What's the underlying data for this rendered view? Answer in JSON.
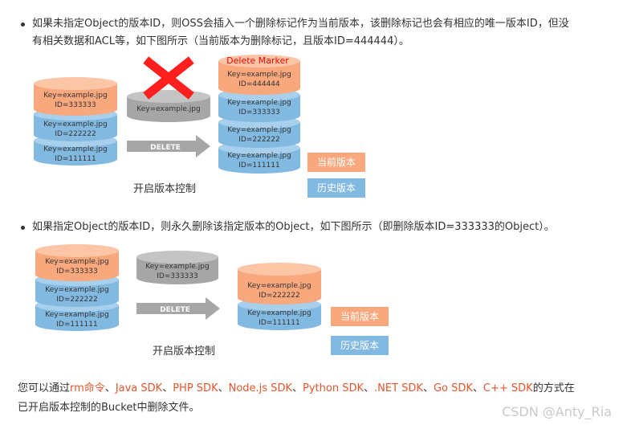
{
  "bullets": [
    {
      "line1": "如果未指定Object的版本ID，则OSS会插入一个删除标记作为当前版本，该删除标记也会有相应的唯一版本ID，但没",
      "line2": "有相关数据和ACL等，如下图所示（当前版本为删除标记，且版本ID=444444）。"
    },
    {
      "line1": "如果指定Object的版本ID，则永久删除该指定版本的Object，如下图所示（即删除版本ID=333333的Object）。"
    }
  ],
  "diagram1": {
    "left_stack": [
      {
        "key": "Key=example.jpg",
        "id": "ID=333333",
        "color": "#f9a77d"
      },
      {
        "key": "Key=example.jpg",
        "id": "ID=222222",
        "color": "#82b9e0"
      },
      {
        "key": "Key=example.jpg",
        "id": "ID=111111",
        "color": "#82b9e0"
      }
    ],
    "gray_disk": {
      "key": "Key=example.jpg"
    },
    "arrow_label": "DELETE",
    "marker_label": "Delete Marker",
    "right_stack": [
      {
        "key": "Key=example.jpg",
        "id": "ID=444444",
        "color": "#f9a77d"
      },
      {
        "key": "Key=example.jpg",
        "id": "ID=333333",
        "color": "#82b9e0"
      },
      {
        "key": "Key=example.jpg",
        "id": "ID=222222",
        "color": "#82b9e0"
      },
      {
        "key": "Key=example.jpg",
        "id": "ID=111111",
        "color": "#82b9e0"
      }
    ],
    "caption": "开启版本控制",
    "legend_current": "当前版本",
    "legend_history": "历史版本"
  },
  "diagram2": {
    "left_stack": [
      {
        "key": "Key=example.jpg",
        "id": "ID=333333",
        "color": "#f9a77d"
      },
      {
        "key": "Key=example.jpg",
        "id": "ID=222222",
        "color": "#82b9e0"
      },
      {
        "key": "Key=example.jpg",
        "id": "ID=111111",
        "color": "#82b9e0"
      }
    ],
    "gray_disk": {
      "key": "Key=example.jpg",
      "id": "ID=333333"
    },
    "arrow_label": "DELETE",
    "right_stack": [
      {
        "key": "Key=example.jpg",
        "id": "ID=222222",
        "color": "#f9a77d"
      },
      {
        "key": "Key=example.jpg",
        "id": "ID=111111",
        "color": "#82b9e0"
      }
    ],
    "caption": "开启版本控制",
    "legend_current": "当前版本",
    "legend_history": "历史版本"
  },
  "footer": {
    "prefix": "您可以通过",
    "links": [
      "rm命令",
      "Java SDK",
      "PHP SDK",
      "Node.js SDK",
      "Python SDK",
      ".NET SDK",
      "Go SDK",
      "C++ SDK"
    ],
    "separator": "、",
    "suffix_line1": "的方式在",
    "line2": "已开启版本控制的Bucket中删除文件。"
  },
  "watermark": "CSDN @Anty_Ria",
  "colors": {
    "current": "#f9a77d",
    "history": "#82b9e0",
    "gray": "#a6a6a6",
    "marker_text": "#ff0000",
    "link": "#e4572e"
  }
}
